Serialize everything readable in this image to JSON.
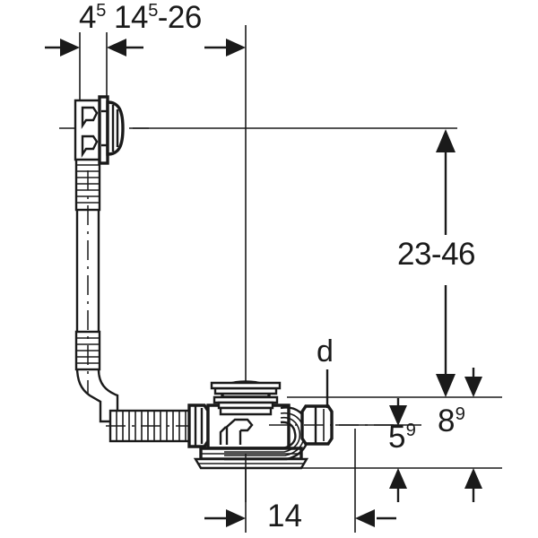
{
  "drawing": {
    "title": "Bathtub drain and overflow assembly - dimensioned technical drawing",
    "line_color": "#1a1a1a",
    "background_color": "#ffffff",
    "fill_color": "#ffffff",
    "units_note": ""
  },
  "dimensions": {
    "top_offset": {
      "value": "4",
      "superscript": "5",
      "full_text": "4⁵",
      "orientation": "horizontal",
      "position": "top-left"
    },
    "top_range": {
      "value": "14",
      "superscript": "5",
      "range_end": "26",
      "full_text": "14⁵-26",
      "orientation": "horizontal",
      "position": "top-center"
    },
    "vertical_range": {
      "full_text": "23-46",
      "min": "23",
      "max": "46",
      "orientation": "vertical",
      "position": "right"
    },
    "lower_small": {
      "value": "5",
      "superscript": "9",
      "full_text": "5⁹",
      "orientation": "vertical",
      "position": "lower-right-inner"
    },
    "lower_large": {
      "value": "8",
      "superscript": "9",
      "full_text": "8⁹",
      "orientation": "vertical",
      "position": "lower-right-outer"
    },
    "bottom": {
      "value": "14",
      "full_text": "14",
      "orientation": "horizontal",
      "position": "bottom-center"
    },
    "diameter_callout": {
      "full_text": "d",
      "orientation": "leader",
      "position": "center-right"
    }
  },
  "components": {
    "overflow_fitting": "overflow-cover-fitting",
    "vertical_pipe": "corrugated-overflow-pipe",
    "elbow": "pipe-elbow",
    "flex_hose": "corrugated-flexible-hose",
    "trap_body": "drain-trap-body",
    "drain_plug": "push-control-drain-plug",
    "cable_bundle": "bowden-cable-bundle",
    "connector_nut": "threaded-connector-nut"
  }
}
